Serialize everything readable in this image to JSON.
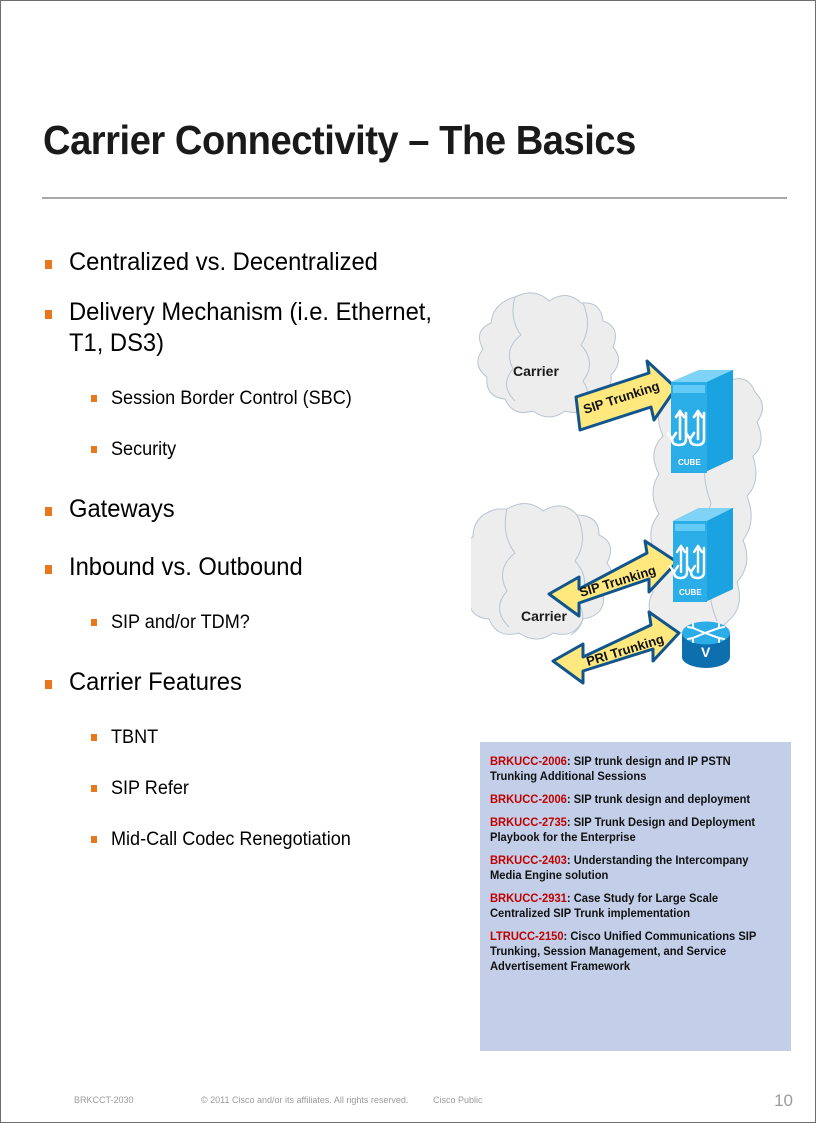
{
  "slide": {
    "title": "Carrier Connectivity – The Basics",
    "bullets": [
      {
        "level": 1,
        "text": "Centralized vs. Decentralized"
      },
      {
        "level": 1,
        "text": "Delivery Mechanism (i.e. Ethernet, T1, DS3)"
      },
      {
        "level": 2,
        "text": "Session Border Control (SBC)"
      },
      {
        "level": 2,
        "text": "Security"
      },
      {
        "level": 1,
        "text": "Gateways"
      },
      {
        "level": 1,
        "text": "Inbound vs. Outbound"
      },
      {
        "level": 2,
        "text": "SIP and/or TDM?"
      },
      {
        "level": 1,
        "text": "Carrier Features"
      },
      {
        "level": 2,
        "text": "TBNT"
      },
      {
        "level": 2,
        "text": "SIP Refer"
      },
      {
        "level": 2,
        "text": "Mid-Call Codec Renegotiation"
      }
    ]
  },
  "diagram": {
    "clouds": [
      {
        "name": "carrier-cloud-top",
        "label": "Carrier"
      },
      {
        "name": "carrier-cloud-bottom",
        "label": "Carrier"
      },
      {
        "name": "enterprise-cloud",
        "label": ""
      }
    ],
    "arrows": [
      {
        "name": "sip-trunking-arrow-top",
        "label": "SIP Trunking",
        "direction": "right"
      },
      {
        "name": "sip-trunking-arrow-middle",
        "label": "SIP Trunking",
        "direction": "both"
      },
      {
        "name": "pri-trunking-arrow-bottom",
        "label": "PRI Trunking",
        "direction": "both"
      }
    ],
    "devices": [
      {
        "name": "cube-device-top",
        "label": "CUBE",
        "icon": "cube-icon"
      },
      {
        "name": "cube-device-middle",
        "label": "CUBE",
        "icon": "cube-icon"
      },
      {
        "name": "voice-router",
        "label": "V",
        "icon": "voice-router-icon"
      }
    ],
    "colors": {
      "arrow_fill": "#FFE97F",
      "arrow_border": "#11558C",
      "device_blue": "#1799DB",
      "cloud_fill": "#EDEDED",
      "cloud_stroke": "#B9C4D2"
    }
  },
  "references": {
    "items": [
      {
        "code": "BRKUCC-2006",
        "title": "SIP trunk design and IP PSTN Trunking Additional Sessions"
      },
      {
        "code": "BRKUCC-2006",
        "title": "SIP trunk design and deployment"
      },
      {
        "code": "BRKUCC-2735",
        "title": "SIP Trunk Design and Deployment Playbook for the Enterprise"
      },
      {
        "code": "BRKUCC-2403",
        "title": "Understanding the Intercompany Media Engine solution"
      },
      {
        "code": "BRKUCC-2931",
        "title": "Case Study for Large Scale Centralized SIP Trunk implementation"
      },
      {
        "code": "LTRUCC-2150",
        "title": "Cisco Unified Communications SIP Trunking, Session Management, and Service Advertisement Framework"
      }
    ],
    "code_color": "#C00000",
    "background_color": "#c3cfe9"
  },
  "footer": {
    "session_id": "BRKCCT-2030",
    "copyright": "© 2011 Cisco and/or its affiliates. All rights reserved.",
    "classification": "Cisco Public",
    "page_number": "10"
  }
}
